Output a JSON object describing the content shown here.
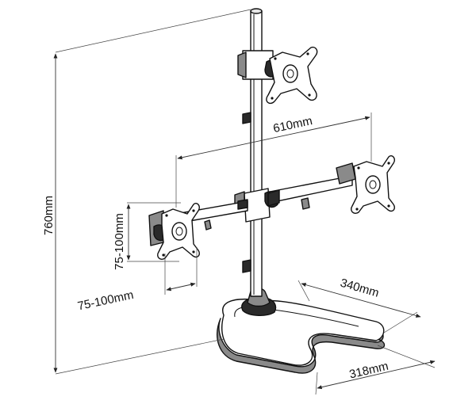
{
  "dimensions": {
    "height": "760mm",
    "arm_span": "610mm",
    "vesa_vertical": "75-100mm",
    "vesa_horizontal": "75-100mm",
    "base_depth": "340mm",
    "base_width": "318mm"
  },
  "colors": {
    "line": "#111111",
    "fill_light": "#ffffff",
    "fill_gray": "#8a8a8a",
    "fill_dark": "#2a2a2a"
  }
}
